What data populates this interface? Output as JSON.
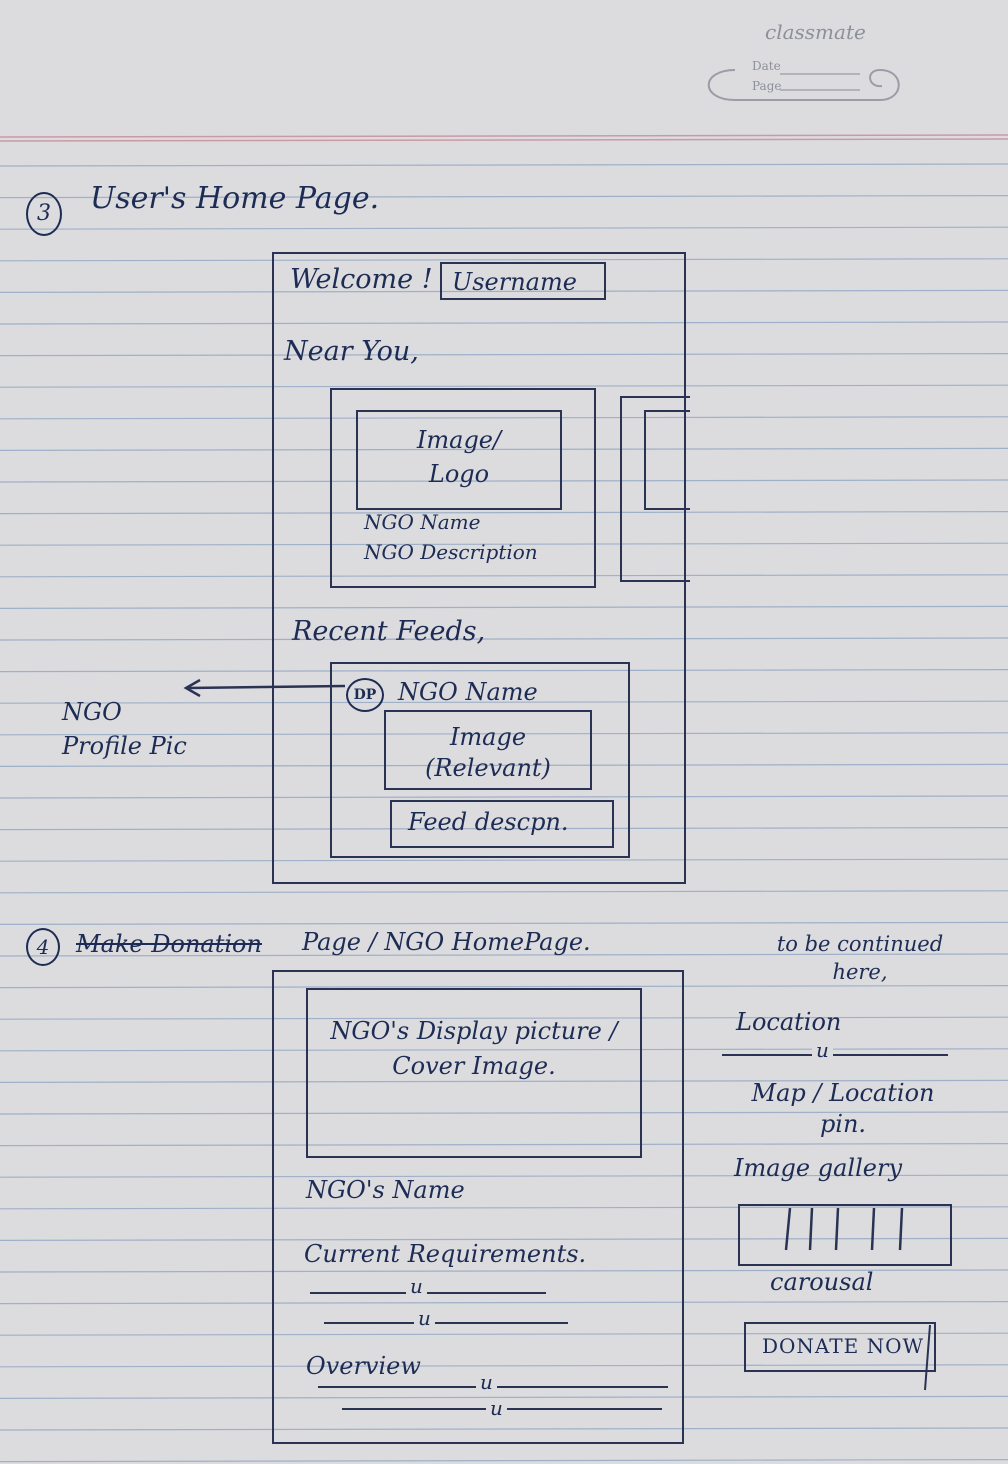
{
  "header": {
    "brand": "classmate",
    "date_label": "Date",
    "page_label": "Page"
  },
  "section3": {
    "number": "3",
    "title": "User's Home Page.",
    "welcome": "Welcome !",
    "username": "Username",
    "near_you": "Near You,",
    "card_image": "Image/ Logo",
    "card_ngo_name": "NGO Name",
    "card_ngo_desc": "NGO Description",
    "recent_feeds": "Recent Feeds,",
    "dp": "DP",
    "feed_ngo_name": "NGO Name",
    "feed_image": "Image (Relevant)",
    "feed_desc": "Feed descpn.",
    "annotation": "NGO Profile Pic"
  },
  "section4": {
    "number": "4",
    "title_struck": "Make Donation",
    "title_rest": "Page / NGO HomePage.",
    "cover": "NGO's Display picture / Cover Image.",
    "ngo_name": "NGO's Name",
    "requirements": "Current Requirements.",
    "ditto1": "u",
    "ditto2": "u",
    "overview": "Overview",
    "ditto3": "u",
    "ditto4": "u"
  },
  "notes": {
    "continued": "to be continued here,",
    "location": "Location",
    "location_ditto": "u",
    "map": "Map / Location pin.",
    "gallery": "Image gallery",
    "carousel": "carousal",
    "donate": "DONATE NOW"
  }
}
